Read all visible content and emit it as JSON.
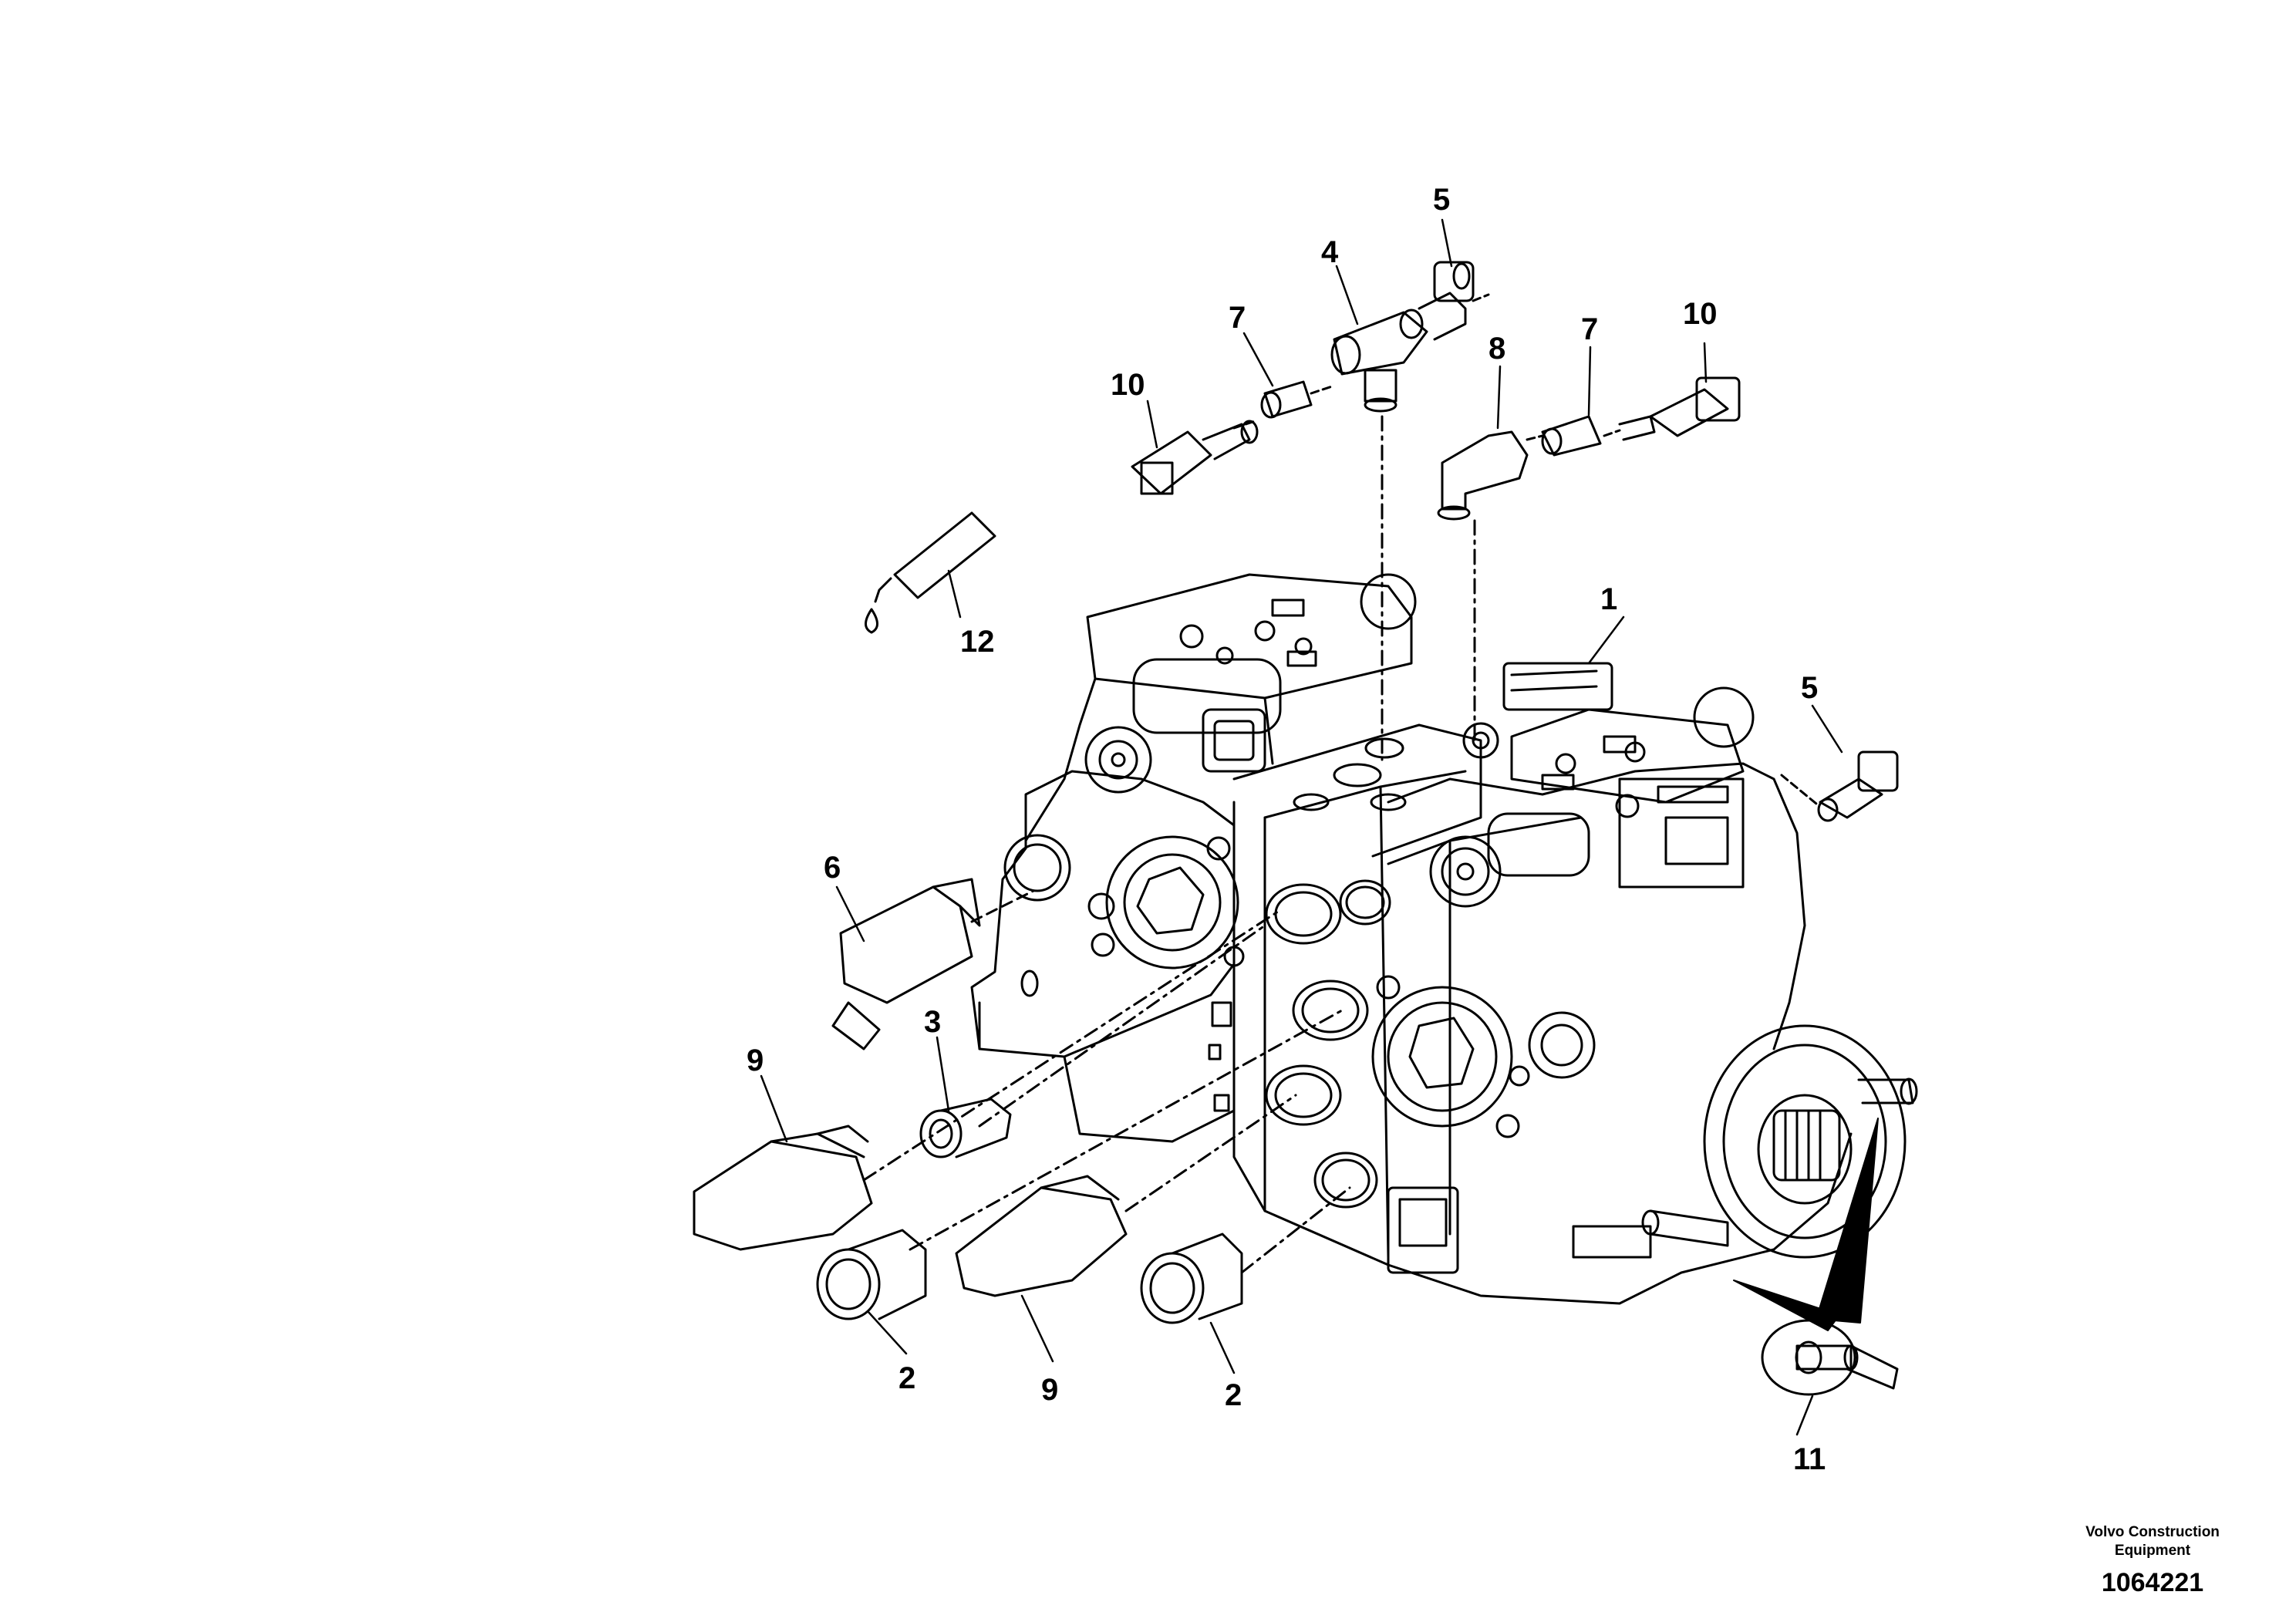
{
  "callouts": [
    "1",
    "2",
    "2",
    "3",
    "4",
    "5",
    "5",
    "6",
    "7",
    "7",
    "8",
    "9",
    "9",
    "10",
    "10",
    "11",
    "12"
  ],
  "credit": {
    "company_line1": "Volvo Construction",
    "company_line2": "Equipment",
    "drawing_number": "1064221"
  },
  "colors": {
    "line": "#000000",
    "background": "#ffffff"
  }
}
